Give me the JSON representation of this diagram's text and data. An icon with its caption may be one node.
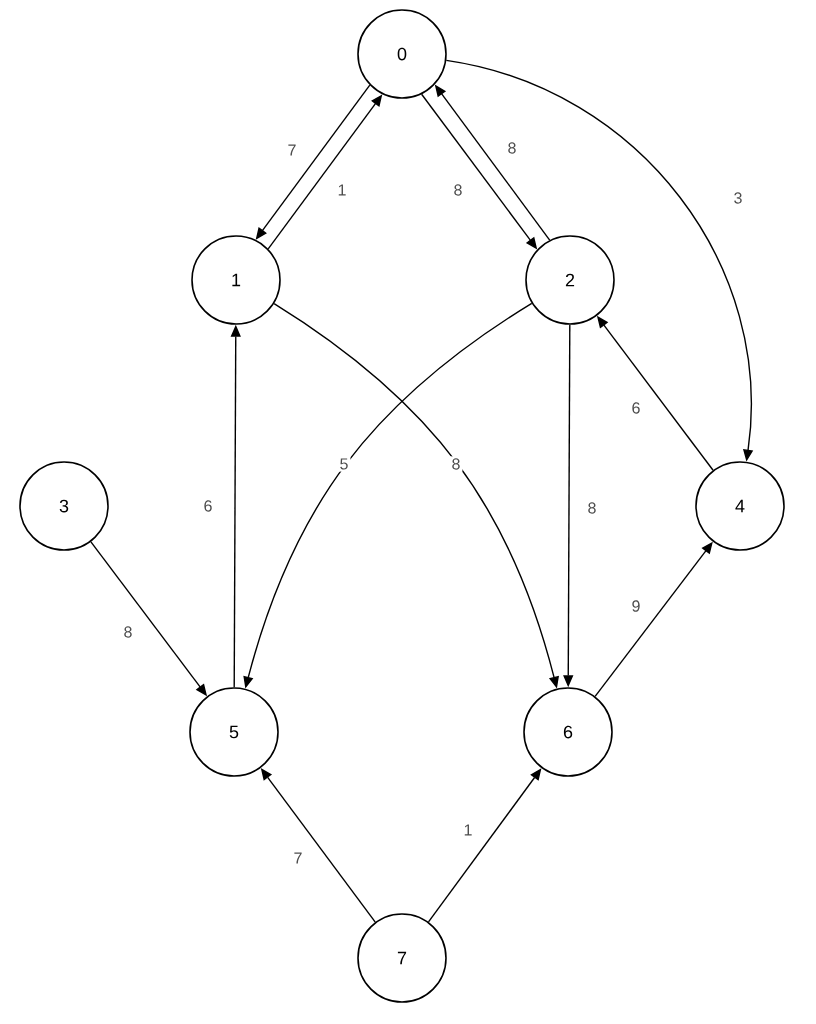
{
  "diagram": {
    "nodes": [
      {
        "text": [
          "0"
        ]
      },
      {
        "text": [
          "1"
        ]
      },
      {
        "text": [
          "2"
        ]
      },
      {
        "text": [
          "3"
        ]
      },
      {
        "text": [
          "4"
        ]
      },
      {
        "text": [
          "5"
        ]
      },
      {
        "text": [
          "6"
        ]
      },
      {
        "text": [
          "7"
        ]
      }
    ],
    "edges": [
      {
        "from": 0,
        "to": 1,
        "arrow": "to",
        "label": "7"
      },
      {
        "from": 1,
        "to": 0,
        "arrow": "to",
        "label": "1"
      },
      {
        "from": 0,
        "to": 2,
        "arrow": "to",
        "label": "8"
      },
      {
        "from": 2,
        "to": 0,
        "arrow": "to",
        "label": "8"
      },
      {
        "from": 0,
        "to": 4,
        "arrow": "to",
        "label": "3"
      },
      {
        "from": 1,
        "to": 6,
        "arrow": "to",
        "label": "8"
      },
      {
        "from": 2,
        "to": 5,
        "arrow": "to",
        "label": "5"
      },
      {
        "from": 2,
        "to": 6,
        "arrow": "to",
        "label": "8"
      },
      {
        "from": 4,
        "to": 2,
        "arrow": "to",
        "label": "6"
      },
      {
        "from": 6,
        "to": 4,
        "arrow": "to",
        "label": "9"
      },
      {
        "from": 3,
        "to": 5,
        "arrow": "to",
        "label": "8"
      },
      {
        "from": 5,
        "to": 1,
        "arrow": "to",
        "label": "6"
      },
      {
        "from": 7,
        "to": 5,
        "arrow": "to",
        "label": "7"
      },
      {
        "from": 7,
        "to": 6,
        "arrow": "to",
        "label": "1"
      }
    ]
  }
}
